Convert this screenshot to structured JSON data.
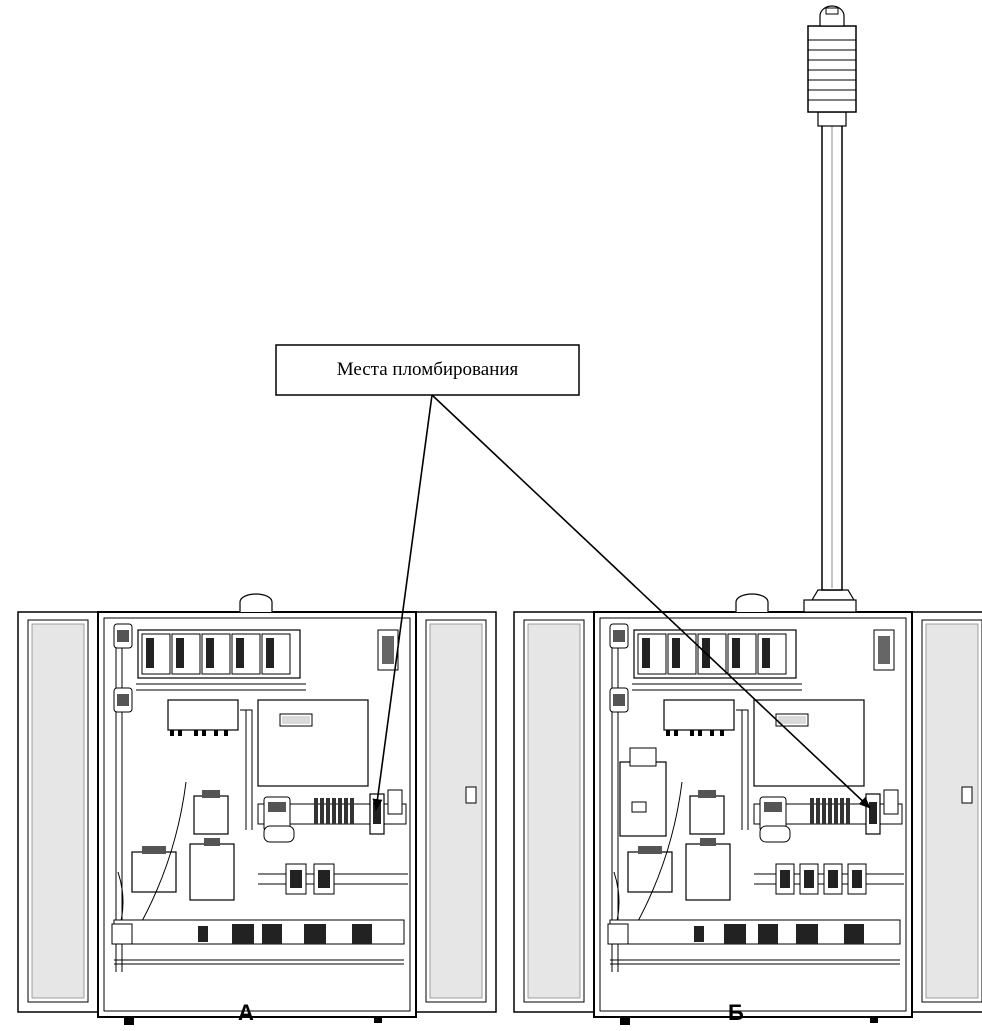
{
  "callout": {
    "text": "Места пломбирования"
  },
  "panels": [
    {
      "label": "А"
    },
    {
      "label": "Б"
    }
  ],
  "colors": {
    "line": "#000000",
    "gray": "#8a8a8a",
    "light": "#d9d9d9",
    "background": "#ffffff"
  }
}
